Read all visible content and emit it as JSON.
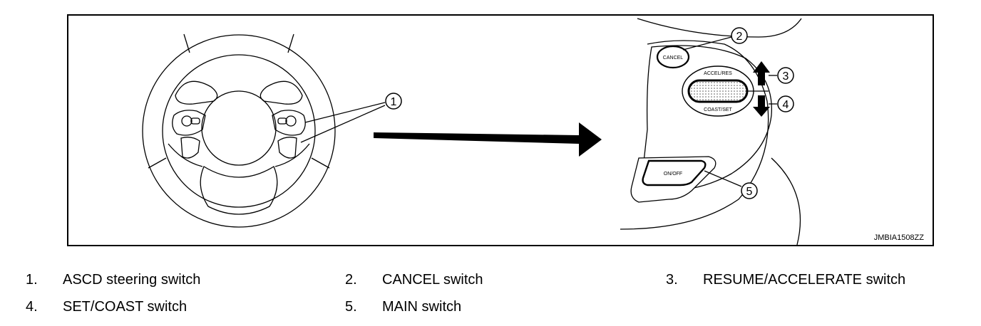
{
  "figure": {
    "code": "JMBIA1508ZZ",
    "callouts": [
      "1",
      "2",
      "3",
      "4",
      "5"
    ],
    "switch_labels": {
      "cancel": "CANCEL",
      "accel_res": "ACCEL/RES",
      "coast_set": "COAST/SET",
      "on_off": "ON/OFF"
    }
  },
  "legend": [
    {
      "num": "1.",
      "label": "ASCD steering switch"
    },
    {
      "num": "2.",
      "label": "CANCEL switch"
    },
    {
      "num": "3.",
      "label": "RESUME/ACCELERATE switch"
    },
    {
      "num": "4.",
      "label": "SET/COAST switch"
    },
    {
      "num": "5.",
      "label": "MAIN switch"
    }
  ]
}
